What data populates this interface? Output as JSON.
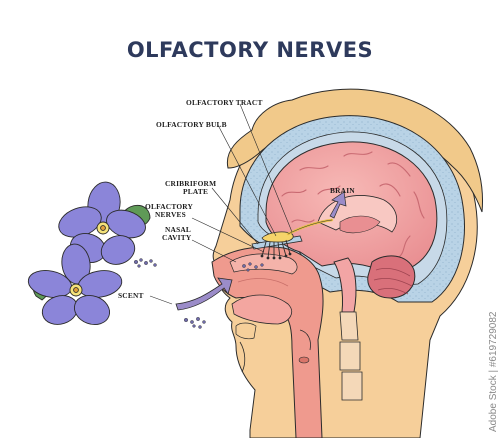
{
  "title": "OLFACTORY NERVES",
  "labels": {
    "olfactory_tract": "OLFACTORY TRACT",
    "olfactory_bulb": "OLFACTORY BULB",
    "cribriform_plate_1": "CRIBRIFORM",
    "cribriform_plate_2": "PLATE",
    "olfactory_nerves_1": "OLFACTORY",
    "olfactory_nerves_2": "NERVES",
    "nasal_cavity_1": "NASAL",
    "nasal_cavity_2": "CAVITY",
    "brain": "BRAIN",
    "scent": "SCENT"
  },
  "watermark": "Adobe Stock | #619729082",
  "colors": {
    "title": "#2e3a5c",
    "skin": "#f6cf9a",
    "hair": "#f1c98a",
    "skull": "#b4cfe3",
    "brain": "#f2a5a5",
    "airway": "#ef9a8e",
    "petal": "#8b85d9",
    "arrow": "#9b8cc9"
  }
}
